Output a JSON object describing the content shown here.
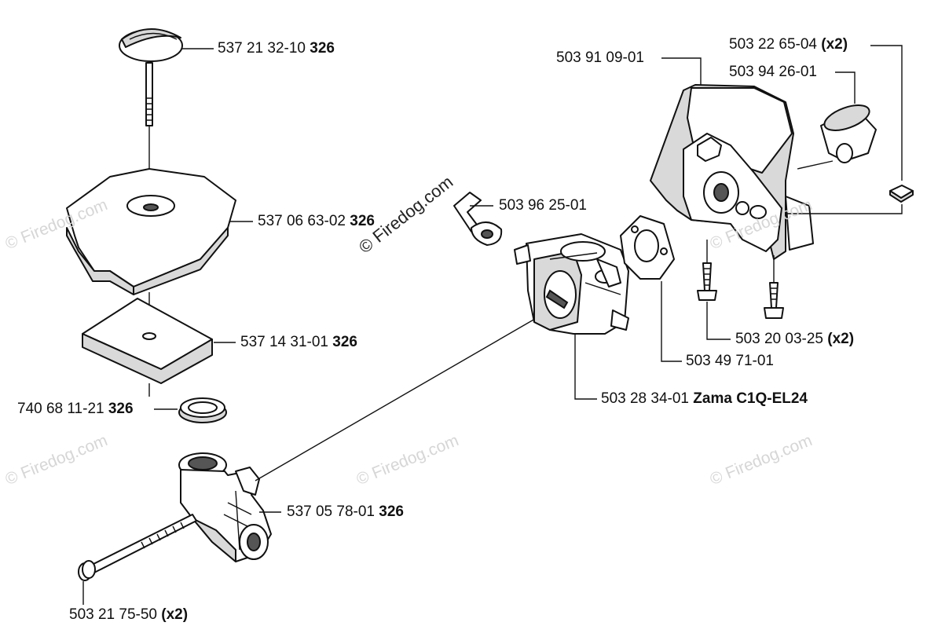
{
  "labels": {
    "knob": {
      "num": "537 21 32-10",
      "note": "326"
    },
    "cover": {
      "num": "537 06 63-02",
      "note": "326"
    },
    "filter": {
      "num": "537 14 31-01",
      "note": "326"
    },
    "seal": {
      "num": "740 68 11-21",
      "note": "326"
    },
    "adapter": {
      "num": "537 05 78-01",
      "note": "326"
    },
    "bolt": {
      "num": "503 21 75-50",
      "note": "(x2)"
    },
    "lever": {
      "num": "503 96 25-01",
      "note": ""
    },
    "carburetor": {
      "num": "503 28 34-01",
      "note": "Zama C1Q-EL24"
    },
    "gasket": {
      "num": "503 49 71-01",
      "note": ""
    },
    "screws": {
      "num": "503 20 03-25",
      "note": "(x2)"
    },
    "housing": {
      "num": "503 91 09-01",
      "note": ""
    },
    "sleeve": {
      "num": "503 94 26-01",
      "note": ""
    },
    "nut": {
      "num": "503 22 65-04",
      "note": "(x2)"
    }
  },
  "watermarks": {
    "text": "© Firedog.com",
    "center_text": "© Firedog.com"
  }
}
